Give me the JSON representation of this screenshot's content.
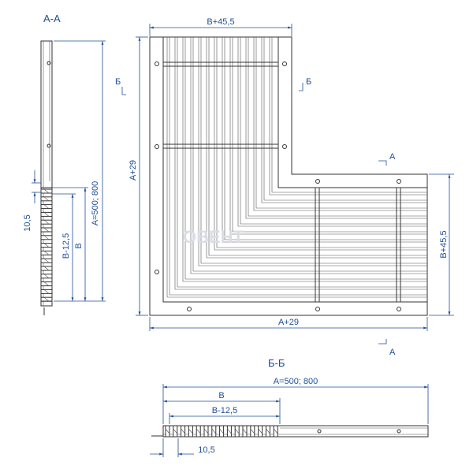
{
  "sections": {
    "aa": "A-A",
    "bb": "Б-Б"
  },
  "cut_marks": {
    "b": "Б",
    "a": "A"
  },
  "dimensions": {
    "top_width": "B+45,5",
    "left_height": "A+29",
    "bottom_width": "A+29",
    "right_height": "B+45,5",
    "aa_height": "A=500; 800",
    "aa_b": "B",
    "aa_b_minus": "B-12,5",
    "aa_offset": "10,5",
    "bb_a": "A=500; 800",
    "bb_b": "B",
    "bb_b_minus": "B-12,5",
    "bb_offset": "10,5"
  },
  "watermark": "ОВЕНТ",
  "colors": {
    "dimension": "#1f4f9a",
    "object": "#333333"
  }
}
